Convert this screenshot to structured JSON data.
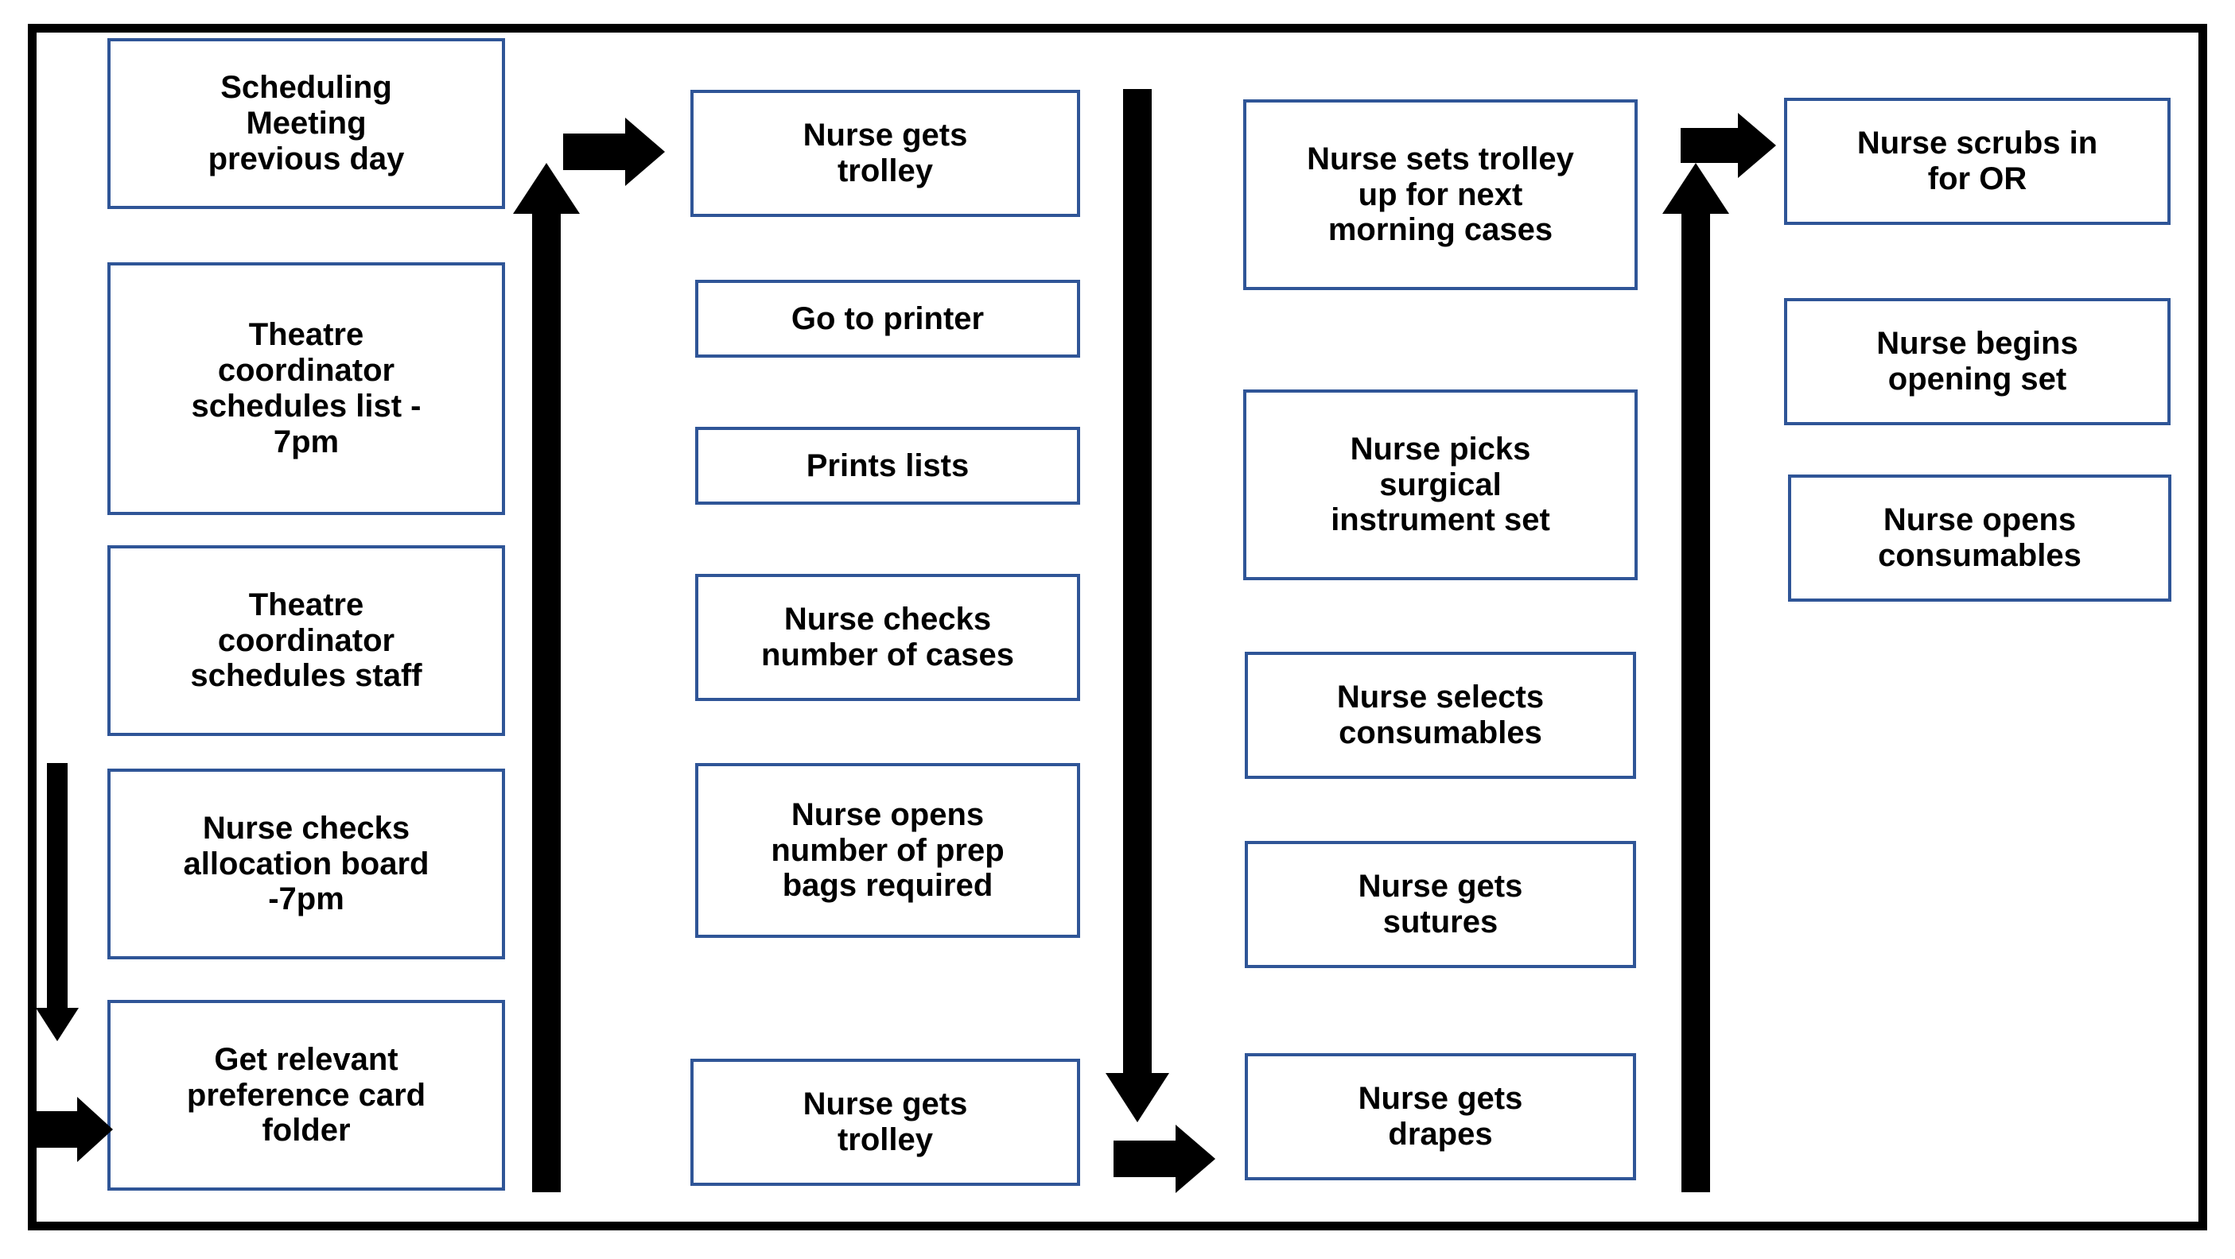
{
  "diagram": {
    "title": "Theatre nurse pre-operative preparation workflow",
    "type": "flowchart",
    "orientation": "left-to-right columns, top-to-bottom within column",
    "colors": {
      "box_border": "#2F5597",
      "box_fill": "#FFFFFF",
      "text": "#000000",
      "arrow": "#000000",
      "outer_frame": "#000000"
    },
    "columns": [
      {
        "id": "column-1",
        "name": "scheduling-and-preparation",
        "nodes": [
          {
            "id": "n1",
            "label": "Scheduling\nMeeting\nprevious day"
          },
          {
            "id": "n2",
            "label": "Theatre\ncoordinator\nschedules list -\n7pm"
          },
          {
            "id": "n3",
            "label": "Theatre\ncoordinator\nschedules staff"
          },
          {
            "id": "n4",
            "label": "Nurse checks\nallocation board\n-7pm"
          },
          {
            "id": "n5",
            "label": "Get relevant\npreference card\nfolder"
          }
        ]
      },
      {
        "id": "column-2",
        "name": "list-collection-and-prep-bags",
        "nodes": [
          {
            "id": "n6",
            "label": "Nurse gets\ntrolley"
          },
          {
            "id": "n7",
            "label": "Go to printer"
          },
          {
            "id": "n8",
            "label": "Prints lists"
          },
          {
            "id": "n9",
            "label": "Nurse checks\nnumber of cases"
          },
          {
            "id": "n10",
            "label": "Nurse opens\nnumber of prep\nbags required"
          },
          {
            "id": "n11",
            "label": "Nurse gets\ntrolley"
          }
        ]
      },
      {
        "id": "column-3",
        "name": "trolley-set-up-and-picking",
        "nodes": [
          {
            "id": "n12",
            "label": "Nurse sets trolley\nup for next\nmorning cases"
          },
          {
            "id": "n13",
            "label": "Nurse picks\nsurgical\ninstrument set"
          },
          {
            "id": "n14",
            "label": "Nurse selects\nconsumables"
          },
          {
            "id": "n15",
            "label": "Nurse gets\nsutures"
          },
          {
            "id": "n16",
            "label": "Nurse gets\ndrapes"
          }
        ]
      },
      {
        "id": "column-4",
        "name": "scrub-in-and-open",
        "nodes": [
          {
            "id": "n17",
            "label": "Nurse scrubs in\nfor OR"
          },
          {
            "id": "n18",
            "label": "Nurse begins\nopening set"
          },
          {
            "id": "n19",
            "label": "Nurse opens\nconsumables"
          }
        ]
      }
    ],
    "connectors": [
      {
        "id": "a1",
        "name": "down-arrow-col1",
        "direction": "down",
        "from": "column-1-top",
        "to": "n5"
      },
      {
        "id": "a2",
        "name": "right-arrow-into-col1",
        "direction": "right",
        "from": "a1",
        "to": "n5"
      },
      {
        "id": "a3",
        "name": "up-arrow-col1-to-col2",
        "direction": "up",
        "from": "n5",
        "to": "column-2-top"
      },
      {
        "id": "a4",
        "name": "right-arrow-into-col2",
        "direction": "right",
        "from": "a3",
        "to": "n6"
      },
      {
        "id": "a5",
        "name": "down-arrow-col2-to-col3",
        "direction": "down",
        "from": "column-2-top",
        "to": "n11"
      },
      {
        "id": "a6",
        "name": "right-arrow-into-col3",
        "direction": "right",
        "from": "a5",
        "to": "n16"
      },
      {
        "id": "a7",
        "name": "up-arrow-col3-to-col4",
        "direction": "up",
        "from": "n16",
        "to": "column-4-top"
      },
      {
        "id": "a8",
        "name": "right-arrow-into-col4",
        "direction": "right",
        "from": "a7",
        "to": "n17"
      }
    ]
  }
}
